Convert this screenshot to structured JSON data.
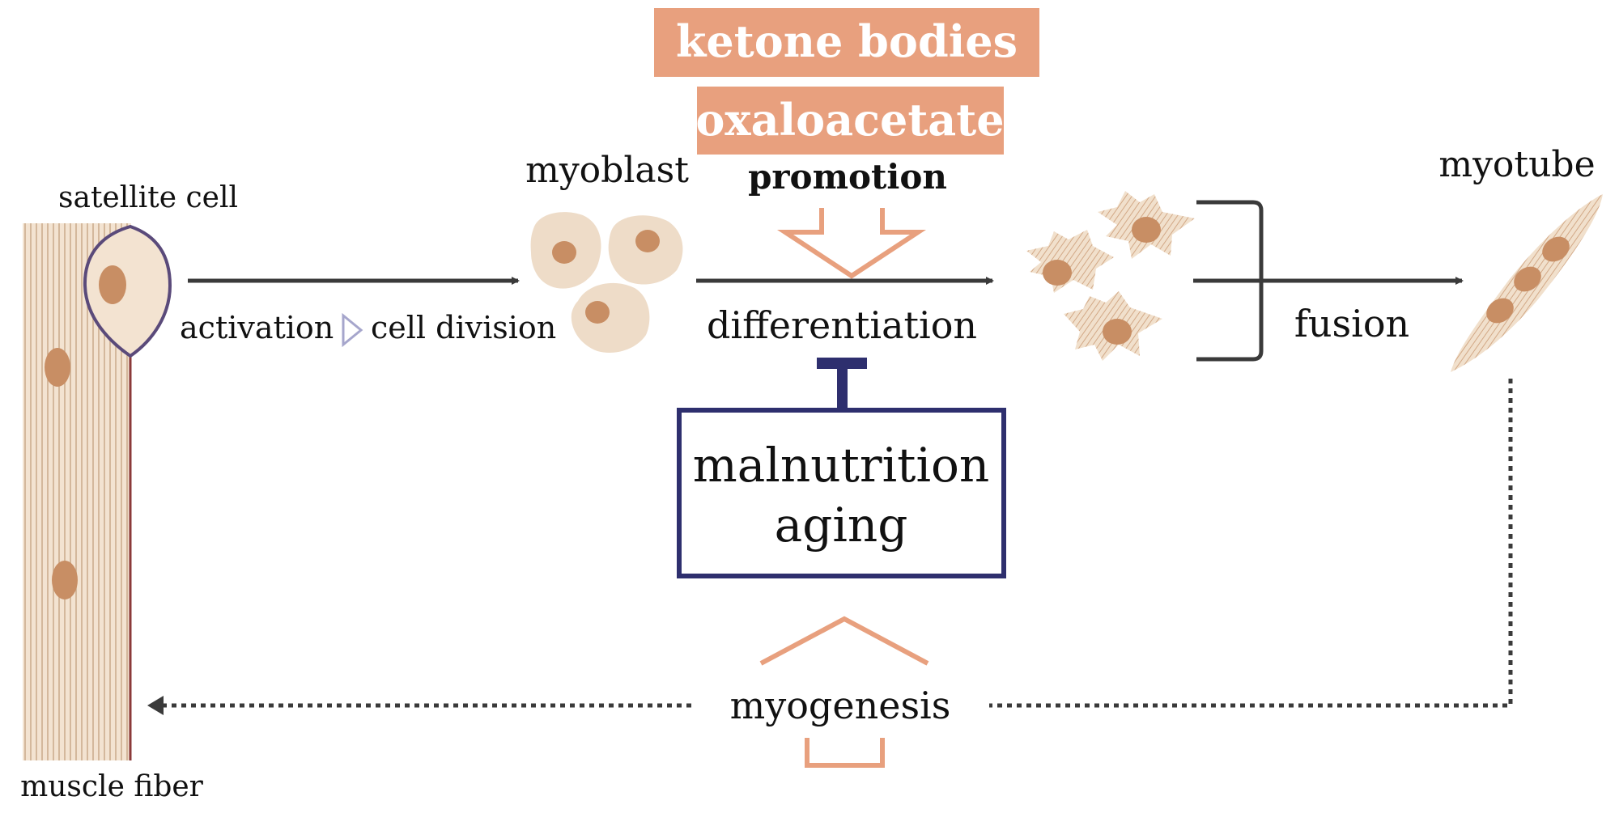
{
  "colors": {
    "accent": "#E8A07E",
    "accent_text": "#FFFFFF",
    "navy": "#2E2F6E",
    "arrow": "#3A3A3A",
    "cell_fill": "#EEDCC8",
    "nucleus": "#C88E64",
    "fiber_line": "#C9A98A",
    "fiber_edge": "#8B3A3A"
  },
  "labels": {
    "ketone": "ketone bodies",
    "oxaloacetate": "oxaloacetate",
    "promotion": "promotion",
    "satellite_cell": "satellite cell",
    "myoblast": "myoblast",
    "myotube": "myotube",
    "activation": "activation",
    "cell_division": "cell division",
    "differentiation": "differentiation",
    "fusion": "fusion",
    "malnutrition": "malnutrition",
    "aging": "aging",
    "myogenesis": "myogenesis",
    "muscle_fiber": "muscle fiber"
  }
}
